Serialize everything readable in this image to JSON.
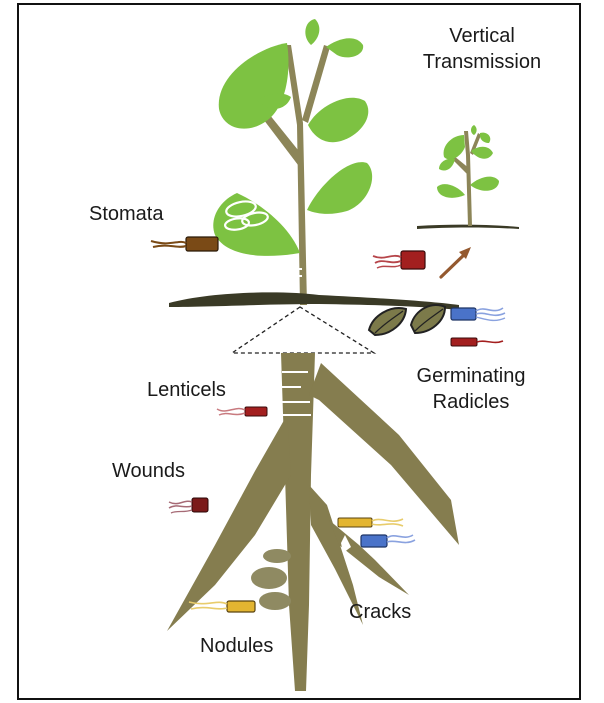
{
  "labels": {
    "vertical_transmission": [
      "Vertical",
      "Transmission"
    ],
    "stomata": "Stomata",
    "lenticels": "Lenticels",
    "germinating_radicles": [
      "Germinating",
      "Radicles"
    ],
    "wounds": "Wounds",
    "cracks": "Cracks",
    "nodules": "Nodules"
  },
  "colors": {
    "leaf_green": "#7dc242",
    "stem_olive": "#8c8558",
    "root_olive": "#857d4f",
    "soil": "#3a3a26",
    "seed_olive": "#7c7a4a",
    "bacterium_brown": "#7a4a16",
    "bacterium_red": "#a31f1f",
    "bacterium_dark_red": "#7b1a1a",
    "bacterium_blue": "#4a73c9",
    "bacterium_yellow": "#e3b531",
    "arrow_brown": "#94592f"
  },
  "icons": [
    "bacterium-icon",
    "arrow-icon",
    "seed-icon",
    "stomata-icon",
    "leaf-icon"
  ]
}
